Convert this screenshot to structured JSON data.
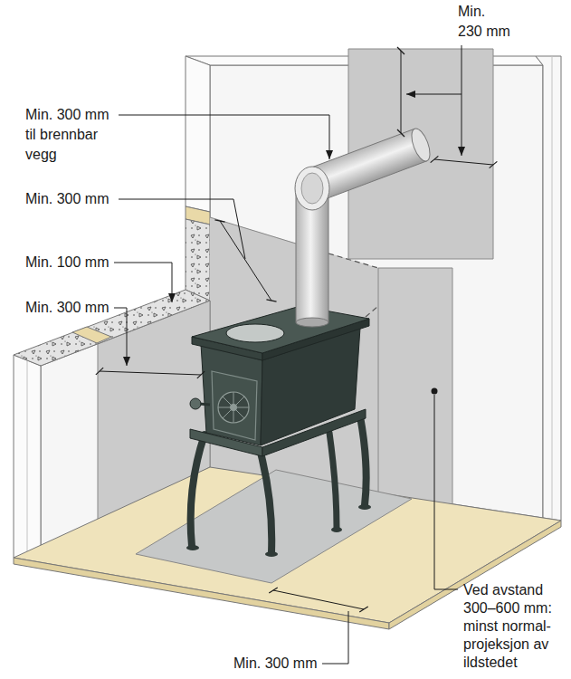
{
  "diagram": {
    "labels": [
      "Min. 230 mm",
      "Min. 300 mm til brennbar vegg",
      "Min. 300 mm",
      "Min. 100 mm",
      "Min. 300 mm",
      "Ved avstand 300–600 mm: minst normal- projeksjon av ildstedet",
      "Min. 300 mm"
    ]
  }
}
